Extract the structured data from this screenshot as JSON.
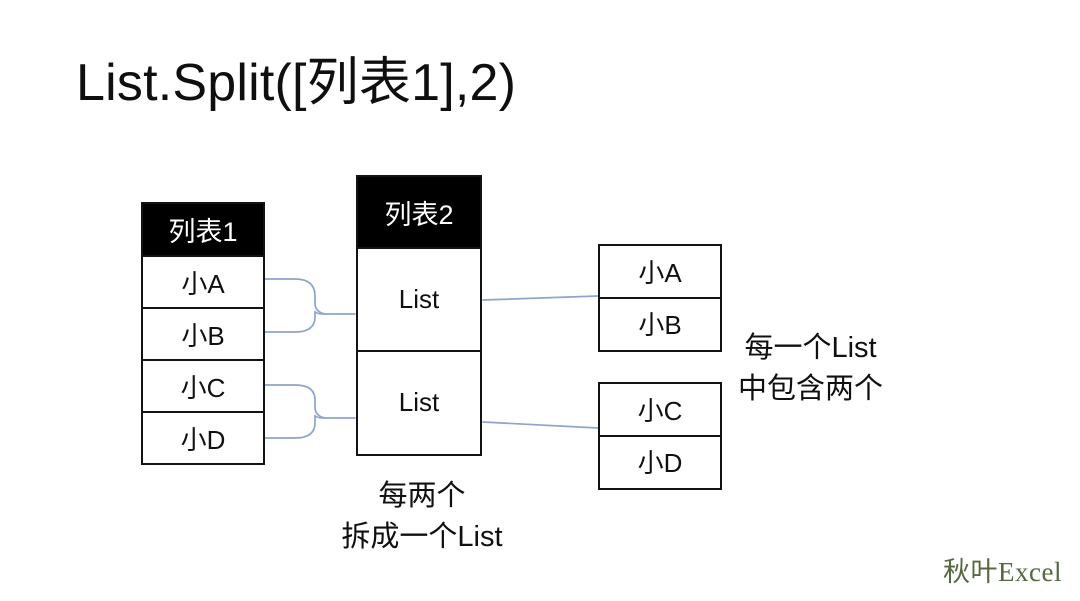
{
  "slide": {
    "title": "List.Split([列表1],2)",
    "background_color": "#ffffff",
    "text_color": "#101010",
    "connector_color": "#8ea4cd",
    "border_color": "#131313",
    "header_fill": "#000000",
    "header_text_color": "#ffffff"
  },
  "list1": {
    "header": "列表1",
    "rows": [
      "小A",
      "小B",
      "小C",
      "小D"
    ]
  },
  "list2": {
    "header": "列表2",
    "rows": [
      "List",
      "List"
    ]
  },
  "output_group_a": {
    "rows": [
      "小A",
      "小B"
    ]
  },
  "output_group_b": {
    "rows": [
      "小C",
      "小D"
    ]
  },
  "annotations": {
    "right": {
      "line1": "每一个List",
      "line2": "中包含两个"
    },
    "bottom": {
      "line1": "每两个",
      "line2": "拆成一个List"
    }
  },
  "watermark": {
    "text": "秋叶Excel",
    "color": "#55683f"
  }
}
